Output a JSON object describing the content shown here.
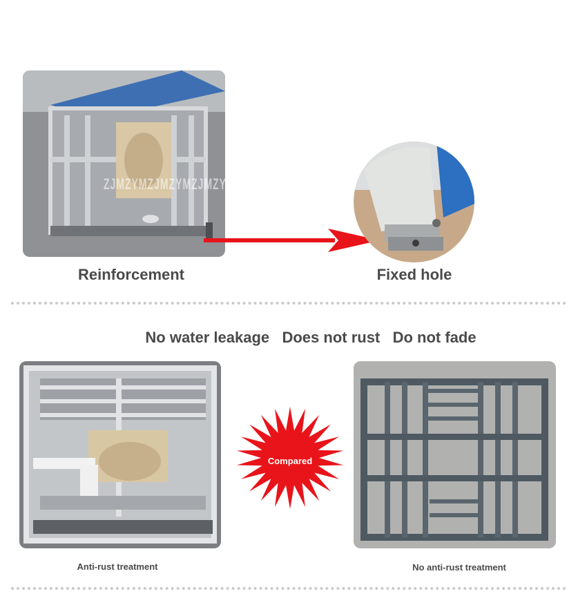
{
  "top": {
    "watermark": "ZJMZYMZJMZYMZJMZYM",
    "reinforcement_label": "Reinforcement",
    "fixed_hole_label": "Fixed hole"
  },
  "middle": {
    "headline": "No water leakage   Does not rust   Do not fade"
  },
  "bottom": {
    "compared_label": "Compared",
    "left_caption": "Anti-rust treatment",
    "right_caption": "No anti-rust treatment"
  },
  "colors": {
    "arrow": "#e8141a",
    "starburst": "#e8141a",
    "label_text": "#4a4a4a",
    "divider": "#c9c9c9"
  }
}
